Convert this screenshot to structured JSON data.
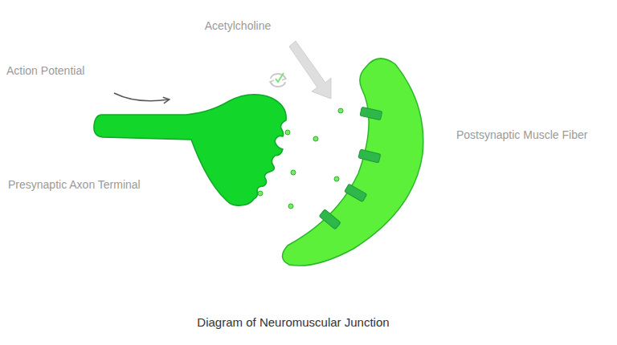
{
  "diagram": {
    "caption": "Diagram of Neuromuscular Junction",
    "labels": [
      "Acetylcholine",
      "Action Potential",
      "Postsynaptic Muscle Fiber",
      "Presynaptic Axon Terminal"
    ]
  }
}
